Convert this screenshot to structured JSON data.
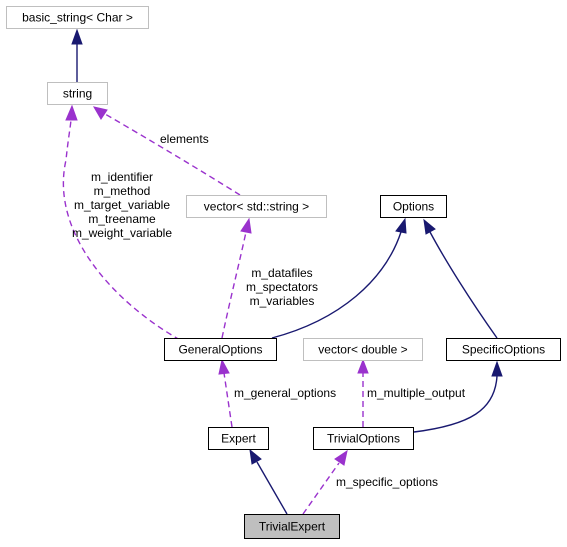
{
  "nodes": {
    "basic_string": "basic_string< Char >",
    "string": "string",
    "vector_string": "vector< std::string >",
    "options": "Options",
    "general_options": "GeneralOptions",
    "vector_double": "vector< double >",
    "specific_options": "SpecificOptions",
    "expert": "Expert",
    "trivial_options": "TrivialOptions",
    "trivial_expert": "TrivialExpert"
  },
  "edge_labels": {
    "elements": "elements",
    "string_members": [
      "m_identifier",
      "m_method",
      "m_target_variable",
      "m_treename",
      "m_weight_variable"
    ],
    "vector_members": [
      "m_datafiles",
      "m_spectators",
      "m_variables"
    ],
    "general_options_member": "m_general_options",
    "multiple_output_member": "m_multiple_output",
    "specific_options_member": "m_specific_options"
  },
  "colors": {
    "inheritance": "#191970",
    "usage": "#9a32cd",
    "external_border": "#bfbfbf",
    "focus_fill": "#bfbfbf"
  }
}
